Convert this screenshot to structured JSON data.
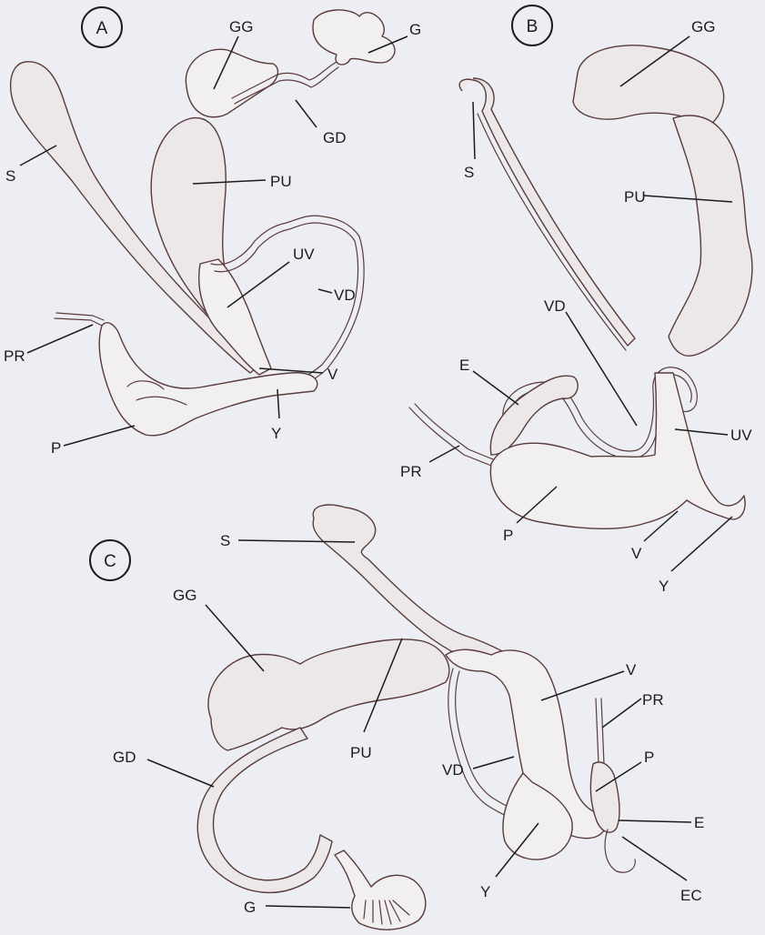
{
  "panels": [
    {
      "id": "A",
      "labels": {
        "GG": "GG",
        "G": "G",
        "GD": "GD",
        "S": "S",
        "PU": "PU",
        "UV": "UV",
        "VD": "VD",
        "PR": "PR",
        "V": "V",
        "P": "P",
        "Y": "Y"
      }
    },
    {
      "id": "B",
      "labels": {
        "GG": "GG",
        "S": "S",
        "PU": "PU",
        "VD": "VD",
        "E": "E",
        "UV": "UV",
        "PR": "PR",
        "P": "P",
        "V": "V",
        "Y": "Y"
      }
    },
    {
      "id": "C",
      "labels": {
        "S": "S",
        "GG": "GG",
        "V": "V",
        "PR": "PR",
        "PU": "PU",
        "GD": "GD",
        "VD": "VD",
        "P": "P",
        "E": "E",
        "Y": "Y",
        "EC": "EC",
        "G": "G"
      }
    }
  ],
  "colors": {
    "background": "#edeef4",
    "outline": "#5a3b3b",
    "text": "#1c1c1c"
  }
}
